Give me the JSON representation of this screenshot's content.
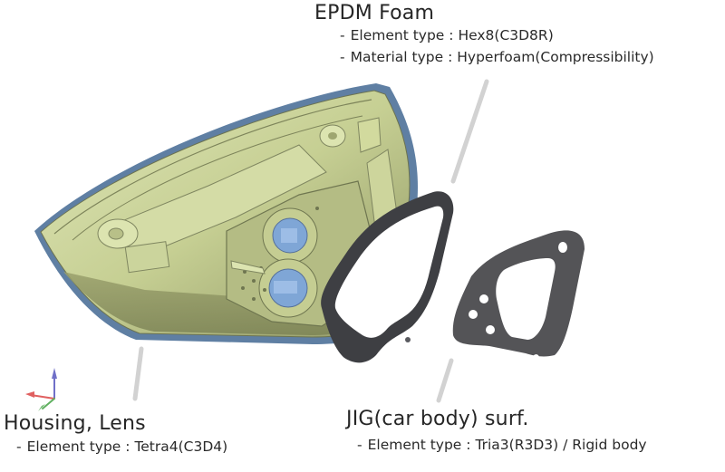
{
  "diagram": {
    "parts": [
      {
        "name": "EPDM Foam",
        "properties": [
          {
            "label": "Element type",
            "value": "Hex8(C3D8R)"
          },
          {
            "label": "Material type",
            "value": "Hyperfoam(Compressibility)"
          }
        ]
      },
      {
        "name": "Housing, Lens",
        "properties": [
          {
            "label": "Element type",
            "value": "Tetra4(C3D4)"
          }
        ]
      },
      {
        "name": "JIG(car body) surf.",
        "properties": [
          {
            "label": "Element type",
            "value": "Tria3(R3D3) / Rigid body"
          }
        ]
      }
    ],
    "separator": ":",
    "bullet": "-",
    "colors": {
      "housing": "#c9d39a",
      "housing_shadow": "#8d9463",
      "lens_edge": "#5f7fa3",
      "inner_blue": "#7fa6d6",
      "foam": "#3e3f43",
      "jig": "#545457",
      "leader_line": "#cfcfcf",
      "axis_x": "#e06060",
      "axis_y": "#60b060",
      "axis_z": "#7070c8"
    }
  }
}
